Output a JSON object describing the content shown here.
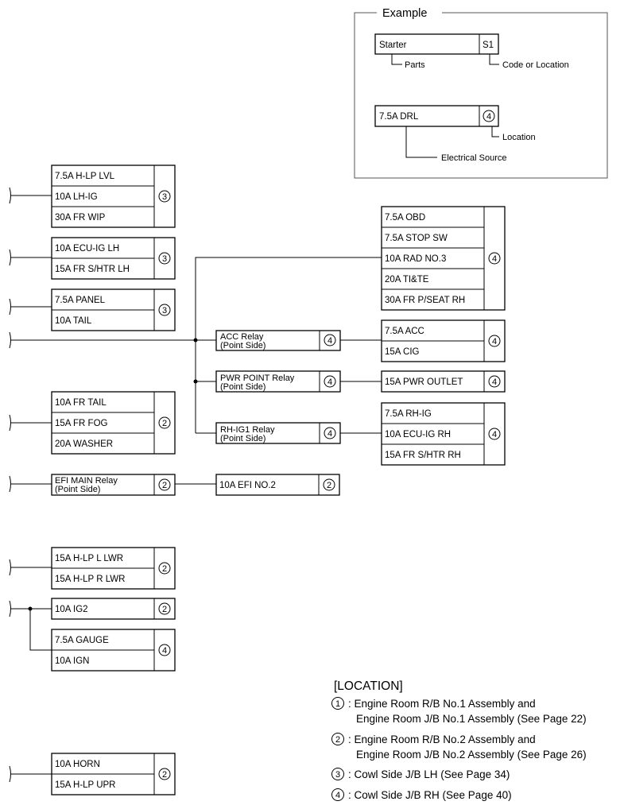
{
  "example": {
    "title": "Example",
    "part_name": "Starter",
    "part_code": "S1",
    "parts_label": "Parts",
    "code_label": "Code or Location",
    "fuse_name": "7.5A DRL",
    "fuse_loc": "4",
    "location_label": "Location",
    "source_label": "Electrical Source"
  },
  "groups": {
    "g1": {
      "loc": "3",
      "rows": [
        "7.5A H-LP LVL",
        "10A LH-IG",
        "30A FR WIP"
      ]
    },
    "g2": {
      "loc": "3",
      "rows": [
        "10A ECU-IG LH",
        "15A FR S/HTR LH"
      ]
    },
    "g3": {
      "loc": "3",
      "rows": [
        "7.5A PANEL",
        "10A TAIL"
      ]
    },
    "g4": {
      "loc": "2",
      "rows": [
        "10A FR TAIL",
        "15A FR FOG",
        "20A WASHER"
      ]
    },
    "g5": {
      "loc": "2",
      "rows": [
        "15A H-LP L LWR",
        "15A H-LP R LWR"
      ]
    },
    "g6": {
      "loc": "2",
      "rows": [
        "10A IG2"
      ]
    },
    "g7": {
      "loc": "4",
      "rows": [
        "7.5A GAUGE",
        "10A IGN"
      ]
    },
    "g8": {
      "loc": "2",
      "rows": [
        "10A HORN",
        "15A H-LP UPR"
      ]
    },
    "r1": {
      "loc": "4",
      "rows": [
        "7.5A OBD",
        "7.5A STOP SW",
        "10A RAD NO.3",
        "20A TI&TE",
        "30A FR P/SEAT RH"
      ]
    },
    "r2": {
      "loc": "4",
      "rows": [
        "7.5A ACC",
        "15A CIG"
      ]
    },
    "r3": {
      "loc": "4",
      "rows": [
        "15A PWR OUTLET"
      ]
    },
    "r4": {
      "loc": "4",
      "rows": [
        "7.5A RH-IG",
        "10A ECU-IG RH",
        "15A FR S/HTR RH"
      ]
    },
    "r5": {
      "loc": "2",
      "rows": [
        "10A EFI NO.2"
      ]
    }
  },
  "relays": {
    "acc": {
      "line1": "ACC Relay",
      "line2": "(Point Side)",
      "loc": "4"
    },
    "pwr": {
      "line1": "PWR POINT Relay",
      "line2": "(Point Side)",
      "loc": "4"
    },
    "rhig": {
      "line1": "RH-IG1 Relay",
      "line2": "(Point Side)",
      "loc": "4"
    },
    "efi": {
      "line1": "EFI MAIN Relay",
      "line2": "(Point Side)",
      "loc": "2"
    }
  },
  "legend": {
    "title": "[LOCATION]",
    "items": [
      {
        "num": "1",
        "line1": ": Engine Room R/B No.1 Assembly and",
        "line2": "Engine Room J/B No.1 Assembly (See Page 22)"
      },
      {
        "num": "2",
        "line1": ": Engine Room R/B No.2 Assembly and",
        "line2": "Engine Room J/B No.2 Assembly (See Page 26)"
      },
      {
        "num": "3",
        "line1": ": Cowl Side J/B LH (See Page 34)",
        "line2": ""
      },
      {
        "num": "4",
        "line1": ": Cowl Side J/B RH (See Page 40)",
        "line2": ""
      }
    ]
  }
}
